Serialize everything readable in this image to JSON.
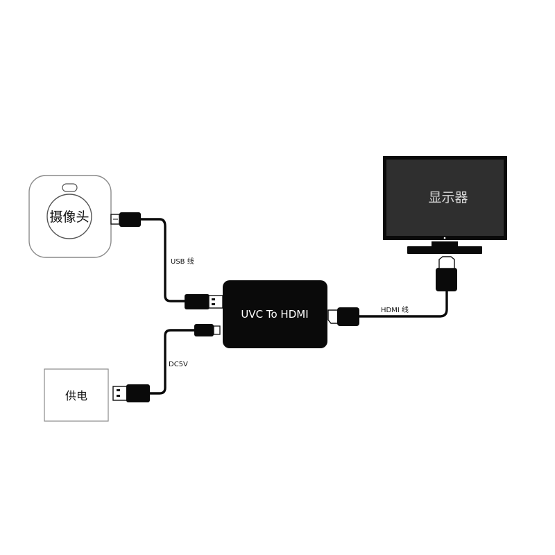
{
  "diagram": {
    "camera": {
      "label": "摄像头"
    },
    "power": {
      "label": "供电"
    },
    "adapter": {
      "label": "UVC To HDMI"
    },
    "display": {
      "label": "显示器"
    },
    "cables": {
      "usb": {
        "label": "USB 线"
      },
      "dc": {
        "label": "DC5V"
      },
      "hdmi": {
        "label": "HDMI 线"
      }
    }
  },
  "colors": {
    "device": "#0a0a0a",
    "cable": "#0a0a0a",
    "screen": "#2e2e2e",
    "outline": "#777777"
  }
}
